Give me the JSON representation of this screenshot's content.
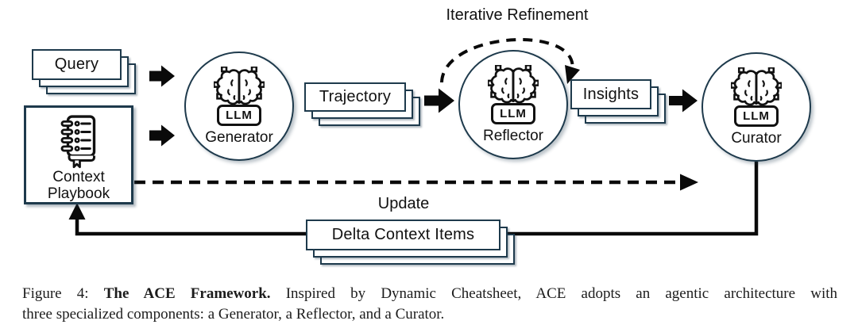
{
  "diagram": {
    "labels": {
      "iterative_refinement": "Iterative Refinement",
      "update": "Update"
    },
    "stacks": {
      "query": "Query",
      "trajectory": "Trajectory",
      "insights": "Insights",
      "delta": "Delta Context Items"
    },
    "playbook": {
      "line1": "Context",
      "line2": "Playbook"
    },
    "circles": [
      {
        "id": "generator",
        "badge": "LLM",
        "label": "Generator"
      },
      {
        "id": "reflector",
        "badge": "LLM",
        "label": "Reflector"
      },
      {
        "id": "curator",
        "badge": "LLM",
        "label": "Curator"
      }
    ],
    "colors": {
      "box_border": "#1e3a4c",
      "arrow_ink": "#0a0a0a",
      "background": "#ffffff"
    }
  },
  "caption": {
    "line1_prefix": "Figure 4: ",
    "line1_bold": "The ACE Framework.",
    "line1_rest": " Inspired by Dynamic Cheatsheet, ACE adopts an agentic architecture with",
    "line2": "three specialized components: a Generator, a Reflector, and a Curator."
  }
}
